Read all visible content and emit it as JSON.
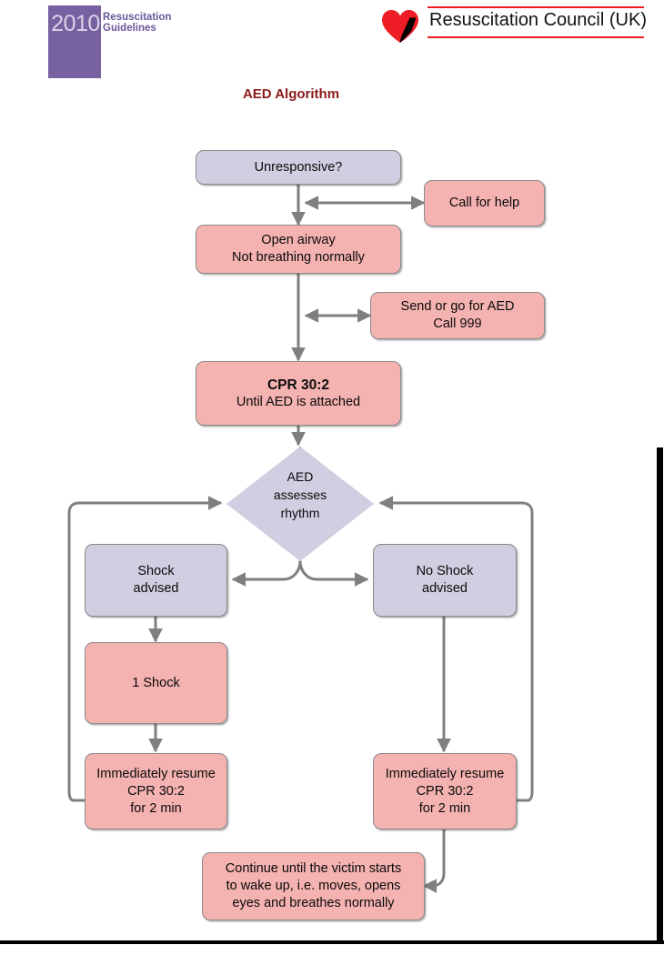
{
  "header": {
    "guidelines": {
      "year": "2010",
      "line1": "Resuscitation",
      "line2": "Guidelines",
      "block_color": "#7761a0",
      "text_color": "#6a579a"
    },
    "council": {
      "name": "Resuscitation Council (UK)",
      "heart_color": "#ee1c25",
      "slash_color": "#000000",
      "rule_color": "#ee1c25",
      "icon": "heart-icon"
    }
  },
  "title": "AED Algorithm",
  "colors": {
    "lavender_node": "#d2cde0",
    "pink_node": "#f4b2b0",
    "node_border": "#8a8a8a",
    "connector": "#7f7f7f",
    "title_text": "#8b1a1a"
  },
  "nodes": {
    "unresponsive": {
      "line1": "Unresponsive?"
    },
    "call_for_help": {
      "line1": "Call for help"
    },
    "open_airway": {
      "line1": "Open airway",
      "line2": "Not breathing normally"
    },
    "send_for_aed": {
      "line1": "Send or go for AED",
      "line2": "Call 999"
    },
    "cpr_initial": {
      "line1": "CPR 30:2",
      "line2": "Until AED is attached"
    },
    "aed_assess": {
      "line1": "AED",
      "line2": "assesses",
      "line3": "rhythm"
    },
    "shock_advised": {
      "line1": "Shock",
      "line2": "advised"
    },
    "no_shock_advised": {
      "line1": "No Shock",
      "line2": "advised"
    },
    "one_shock": {
      "line1": "1 Shock"
    },
    "resume_cpr_left": {
      "line1": "Immediately resume",
      "line2": "CPR 30:2",
      "line3": "for 2 min"
    },
    "resume_cpr_right": {
      "line1": "Immediately resume",
      "line2": "CPR 30:2",
      "line3": "for 2 min"
    },
    "continue_until": {
      "line1": "Continue until the victim starts",
      "line2": "to wake up, i.e. moves, opens",
      "line3": "eyes and breathes normally"
    }
  }
}
